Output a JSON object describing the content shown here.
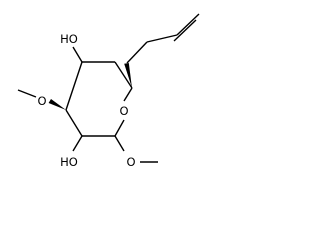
{
  "molecule": {
    "atom_labels": {
      "oh_top": "HO",
      "ome_left_oxygen": "O",
      "ring_oxygen": "O",
      "oh_bottom": "HO",
      "ome_bottom_oxygen": "O"
    },
    "colors": {
      "ink": "#000000",
      "background": "#ffffff"
    }
  }
}
